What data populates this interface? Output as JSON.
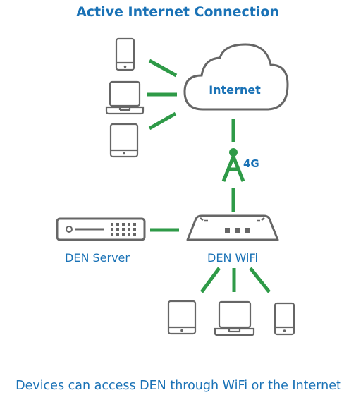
{
  "title": "Active Internet Connection",
  "cloud_label": "Internet",
  "cellular_label": "4G",
  "server_label": "DEN Server",
  "router_label": "DEN WiFi",
  "caption": "Devices can access DEN through WiFi or the Internet",
  "colors": {
    "text_blue": "#1a72b6",
    "link_green": "#2e9a47",
    "device_gray": "#666666"
  },
  "icons": [
    "smartphone-icon",
    "laptop-icon",
    "tablet-icon",
    "cloud-icon",
    "cell-tower-icon",
    "server-icon",
    "router-icon"
  ]
}
